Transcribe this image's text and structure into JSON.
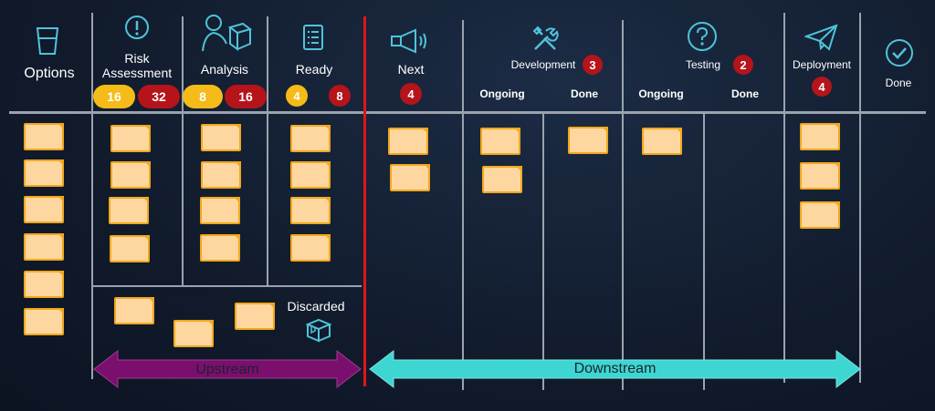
{
  "columns": {
    "options": "Options",
    "risk": "Risk\nAssessment",
    "analysis": "Analysis",
    "ready": "Ready",
    "next": "Next",
    "development": "Development",
    "testing": "Testing",
    "deployment": "Deployment",
    "done": "Done"
  },
  "subcolumns": {
    "dev_ongoing": "Ongoing",
    "dev_done": "Done",
    "test_ongoing": "Ongoing",
    "test_done": "Done"
  },
  "limits": {
    "risk_low": "16",
    "risk_high": "32",
    "analysis_low": "8",
    "analysis_high": "16",
    "ready_low": "4",
    "ready_high": "8",
    "next": "4",
    "development": "3",
    "testing": "2",
    "deployment": "4"
  },
  "discarded": "Discarded",
  "streams": {
    "upstream": "Upstream",
    "downstream": "Downstream"
  },
  "colors": {
    "upstream_arrow": "#7b0f6e",
    "downstream_arrow": "#3ed6d2",
    "commitment_line": "#e0151b",
    "note_fill": "#fdd79f",
    "note_border": "#f2a81c",
    "limit_red": "#b4141a",
    "limit_yellow": "#f5bb18",
    "icon": "#4fc3d9"
  },
  "icons": [
    "glass-icon",
    "alert-icon",
    "analyst-icon",
    "checklist-icon",
    "megaphone-icon",
    "tools-icon",
    "question-icon",
    "paper-plane-icon",
    "checkmark-icon",
    "discard-box-icon"
  ]
}
